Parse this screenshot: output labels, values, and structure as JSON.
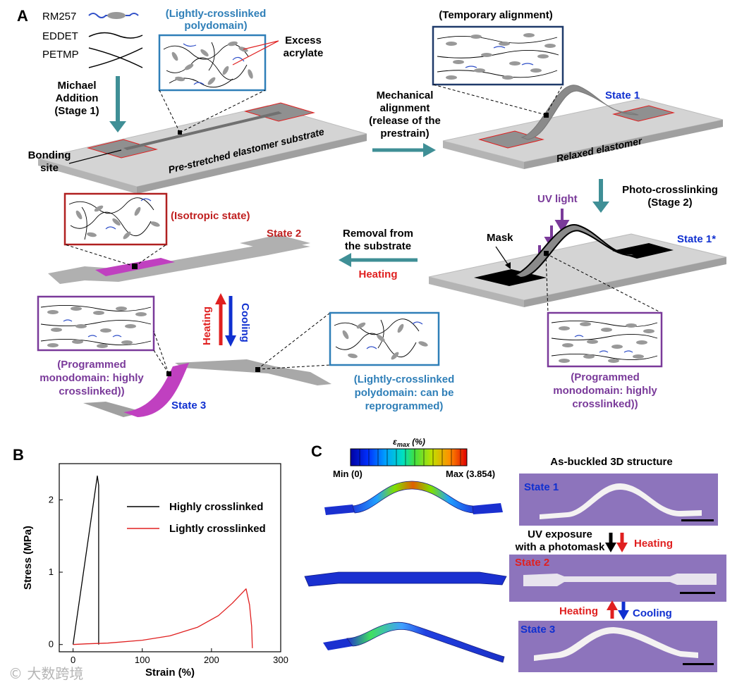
{
  "panel_a": {
    "label": "A",
    "legend": {
      "rm257": "RM257",
      "eddet": "EDDET",
      "petmp": "PETMP"
    },
    "lightly_polydomain_top": "(Lightly-crosslinked polydomain)",
    "excess_acrylate": "Excess acrylate",
    "michael_addition": "Michael Addition (Stage 1)",
    "substrate": "Pre-stretched elastomer substrate",
    "bonding_site": "Bonding site",
    "mechanical_alignment": "Mechanical alignment (release of the prestrain)",
    "temporary_alignment": "(Temporary alignment)",
    "state1": "State 1",
    "relaxed_elastomer": "Relaxed elastomer",
    "photo_crosslinking": "Photo-crosslinking (Stage 2)",
    "uv_light": "UV light",
    "mask": "Mask",
    "state1_star": "State 1*",
    "isotropic": "(Isotropic state)",
    "state2": "State 2",
    "removal": "Removal from the substrate",
    "heating": "Heating",
    "programmed_right": "(Programmed monodomain: highly crosslinked))",
    "heating_vertical": "Heating",
    "cooling_vertical": "Cooling",
    "programmed_left": "(Programmed monodomain: highly crosslinked))",
    "state3": "State 3",
    "lightly_polydomain_bottom": "(Lightly-crosslinked polydomain: can be reprogrammed)"
  },
  "panel_b": {
    "label": "B"
  },
  "panel_c": {
    "label": "C",
    "colorbar_title": "εmax (%)",
    "colorbar_min": "Min (0)",
    "colorbar_max": "Max (3.854)",
    "photo_title": "As-buckled 3D structure",
    "photo_state1": "State 1",
    "photo_state2": "State 2",
    "photo_state3": "State 3",
    "uv_exposure": "UV exposure with a photomask",
    "heating1": "Heating",
    "heating2": "Heating",
    "cooling": "Cooling"
  },
  "colors": {
    "rm257": "#2f4fc8",
    "purple": "#7a3a9a",
    "red": "#e02020",
    "blue": "#1030d0",
    "teal": "#3f8f96",
    "lightly_red": "#e02020",
    "highly_black": "#000000",
    "photo_bg": "#9a7fc0",
    "magenta": "#c040c0"
  },
  "chart_data": {
    "type": "line",
    "xlabel": "Strain (%)",
    "ylabel": "Stress (MPa)",
    "xlim": [
      -20,
      300
    ],
    "ylim": [
      -0.1,
      2.5
    ],
    "xticks": [
      "0",
      "100",
      "200",
      "300"
    ],
    "yticks": [
      "0",
      "1",
      "2"
    ],
    "grid": false,
    "legend_position": "top-right",
    "series": [
      {
        "name": "Highly crosslinked",
        "color": "#000000",
        "x": [
          0,
          35,
          37,
          37
        ],
        "y": [
          0,
          2.33,
          2.2,
          0
        ]
      },
      {
        "name": "Lightly crosslinked",
        "color": "#e02020",
        "x": [
          0,
          20,
          50,
          100,
          140,
          180,
          210,
          230,
          245,
          250,
          255,
          258,
          259
        ],
        "y": [
          0,
          0.01,
          0.02,
          0.06,
          0.12,
          0.24,
          0.4,
          0.57,
          0.72,
          0.77,
          0.55,
          0.25,
          -0.05
        ]
      }
    ]
  }
}
